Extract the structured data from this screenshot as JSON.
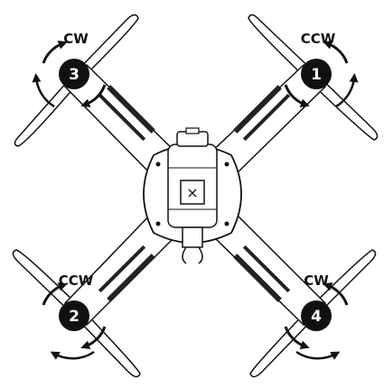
{
  "motors": [
    {
      "number": "1",
      "rotation": "CCW"
    },
    {
      "number": "2",
      "rotation": "CCW"
    },
    {
      "number": "3",
      "rotation": "CW"
    },
    {
      "number": "4",
      "rotation": "CW"
    }
  ],
  "center_mark": "×",
  "colors": {
    "line": "#111111",
    "fill": "#ffffff",
    "hub": "#111111",
    "arm_slot": "#222222"
  }
}
